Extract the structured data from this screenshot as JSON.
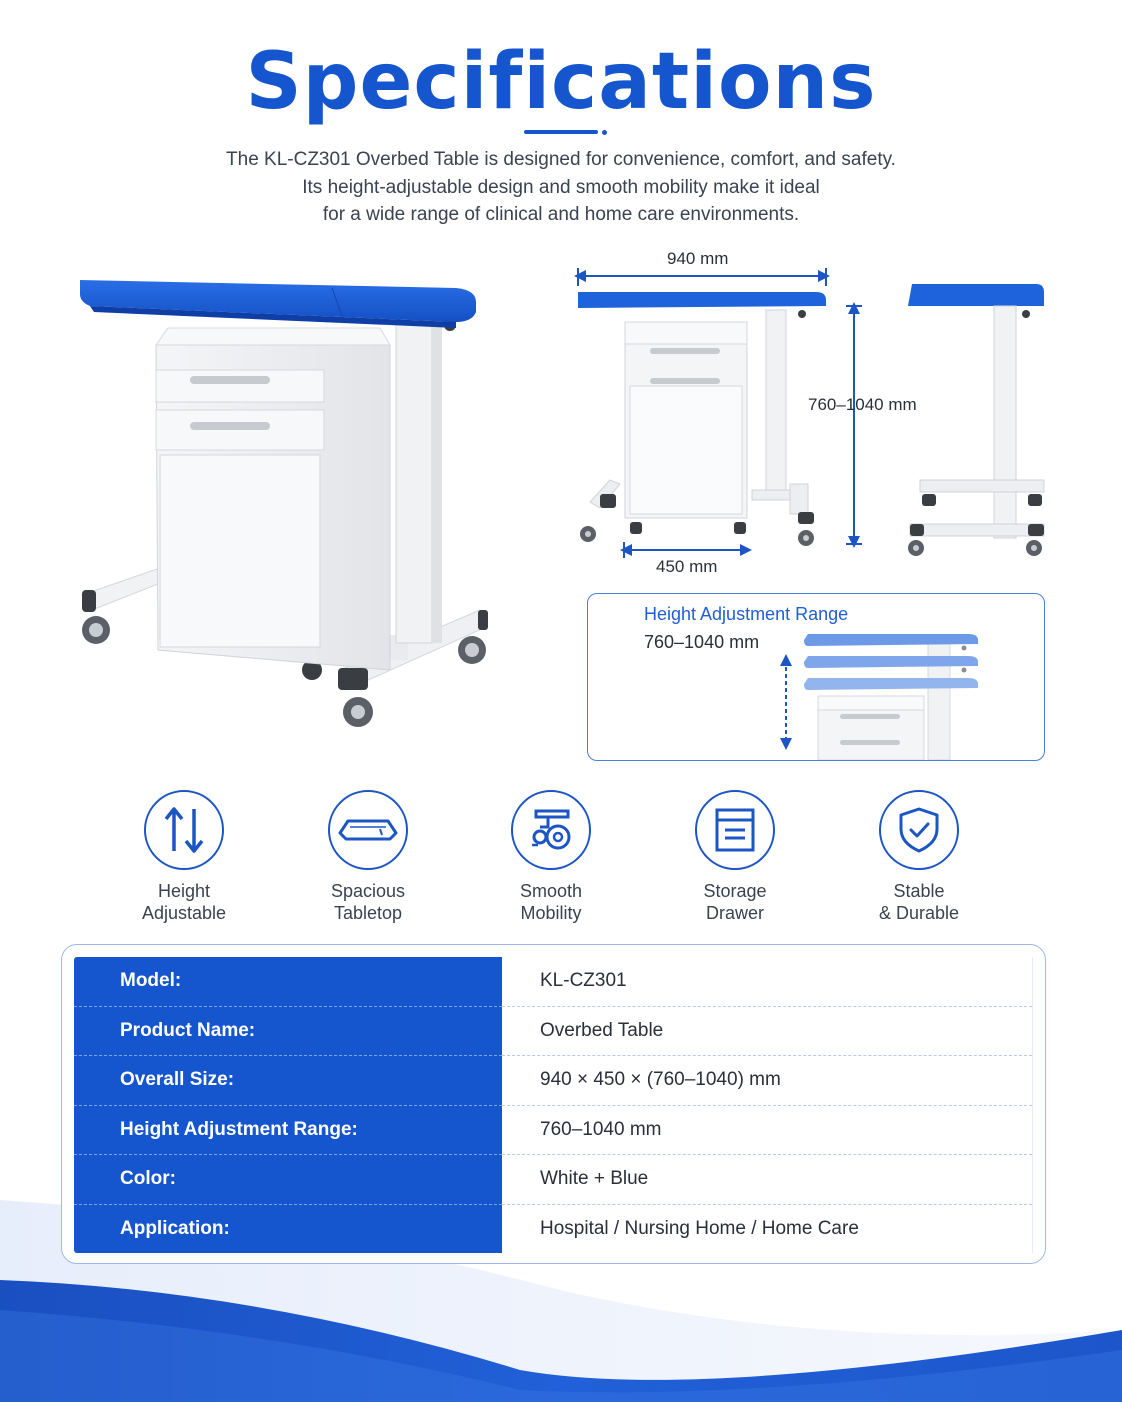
{
  "header": {
    "title": "Specifications",
    "intro_lines": [
      "The KL-CZ301 Overbed Table is designed for convenience, comfort, and safety.",
      "Its height-adjustable design and smooth mobility make it ideal",
      "for a wide range of clinical and home care environments."
    ]
  },
  "dimensions": {
    "width": "940 mm",
    "depth": "450 mm",
    "height": "760–1040 mm"
  },
  "height_range_box": {
    "title": "Height Adjustment Range",
    "value": "760–1040 mm"
  },
  "features": [
    {
      "line1": "Height",
      "line2": "Adjustable",
      "icon": "up-down-arrows-icon"
    },
    {
      "line1": "Spacious",
      "line2": "Tabletop",
      "icon": "tabletop-icon"
    },
    {
      "line1": "Smooth",
      "line2": "Mobility",
      "icon": "caster-wheel-icon"
    },
    {
      "line1": "Storage",
      "line2": "Drawer",
      "icon": "drawer-icon"
    },
    {
      "line1": "Stable",
      "line2": "& Durable",
      "icon": "shield-check-icon"
    }
  ],
  "specs": [
    {
      "label": "Model:",
      "value": "KL-CZ301"
    },
    {
      "label": "Product Name:",
      "value": "Overbed Table"
    },
    {
      "label": "Overall Size:",
      "value": "940 × 450 × (760–1040) mm"
    },
    {
      "label": "Height Adjustment Range:",
      "value": "760–1040 mm"
    },
    {
      "label": "Color:",
      "value": "White + Blue"
    },
    {
      "label": "Application:",
      "value": "Hospital / Nursing Home / Home Care"
    }
  ],
  "colors": {
    "brand_blue": "#1556cf",
    "light_blue": "#7fa6ea",
    "white": "#ffffff"
  }
}
